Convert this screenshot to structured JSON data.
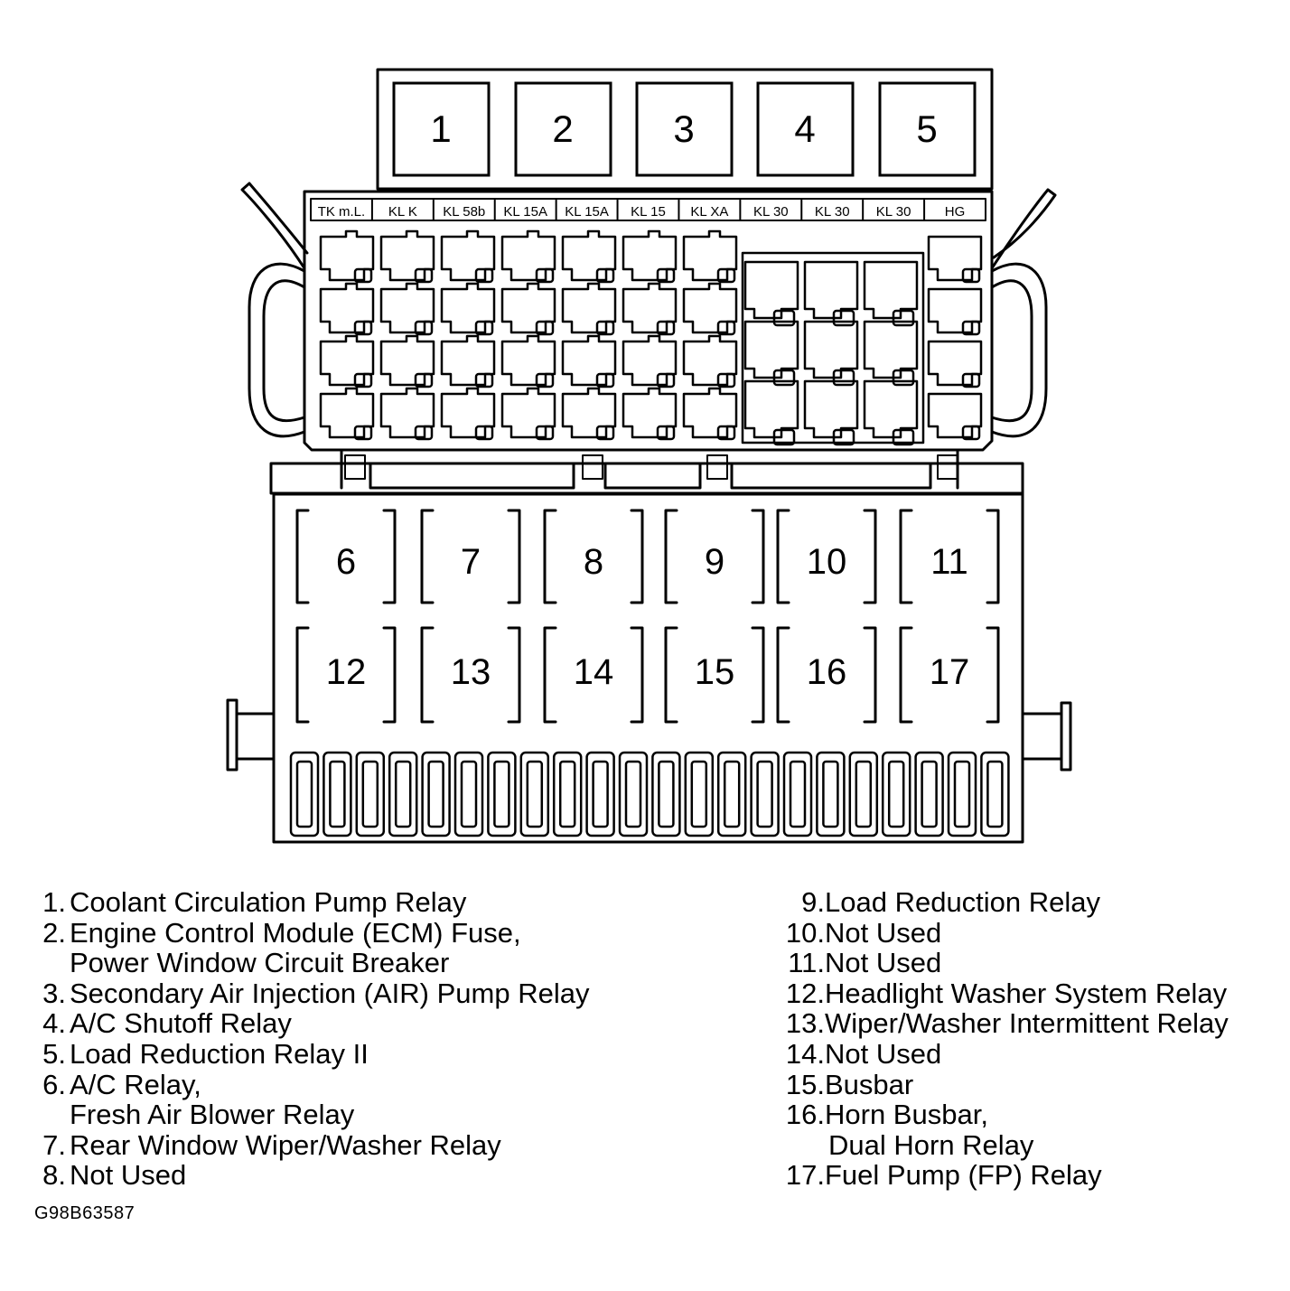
{
  "top_relays": [
    "1",
    "2",
    "3",
    "4",
    "5"
  ],
  "terminal_labels": [
    "TK m.L.",
    "KL K",
    "KL 58b",
    "KL 15A",
    "KL 15A",
    "KL 15",
    "KL XA",
    "KL 30",
    "KL 30",
    "KL 30",
    "HG"
  ],
  "relay_positions_row1": [
    "6",
    "7",
    "8",
    "9",
    "10",
    "11"
  ],
  "relay_positions_row2": [
    "12",
    "13",
    "14",
    "15",
    "16",
    "17"
  ],
  "legend_left": [
    {
      "num": "1.",
      "lines": [
        "Coolant Circulation Pump Relay"
      ]
    },
    {
      "num": "2.",
      "lines": [
        "Engine Control Module (ECM) Fuse,",
        "Power Window Circuit Breaker"
      ]
    },
    {
      "num": "3.",
      "lines": [
        "Secondary Air Injection (AIR) Pump Relay"
      ]
    },
    {
      "num": "4.",
      "lines": [
        "A/C Shutoff Relay"
      ]
    },
    {
      "num": "5.",
      "lines": [
        "Load Reduction Relay II"
      ]
    },
    {
      "num": "6.",
      "lines": [
        "A/C Relay,",
        "Fresh Air Blower Relay"
      ]
    },
    {
      "num": "7.",
      "lines": [
        "Rear Window Wiper/Washer Relay"
      ]
    },
    {
      "num": "8.",
      "lines": [
        "Not Used"
      ]
    }
  ],
  "legend_right": [
    {
      "num": "9.",
      "lines": [
        "Load Reduction Relay"
      ]
    },
    {
      "num": "10.",
      "lines": [
        "Not Used"
      ]
    },
    {
      "num": "11.",
      "lines": [
        "Not Used"
      ]
    },
    {
      "num": "12.",
      "lines": [
        "Headlight Washer System Relay"
      ]
    },
    {
      "num": "13.",
      "lines": [
        "Wiper/Washer Intermittent Relay"
      ]
    },
    {
      "num": "14.",
      "lines": [
        "Not Used"
      ]
    },
    {
      "num": "15.",
      "lines": [
        "Busbar"
      ]
    },
    {
      "num": "16.",
      "lines": [
        "Horn Busbar,",
        "Dual Horn Relay"
      ]
    },
    {
      "num": "17.",
      "lines": [
        "Fuel Pump (FP) Relay"
      ]
    }
  ],
  "figure_id": "G98B63587"
}
